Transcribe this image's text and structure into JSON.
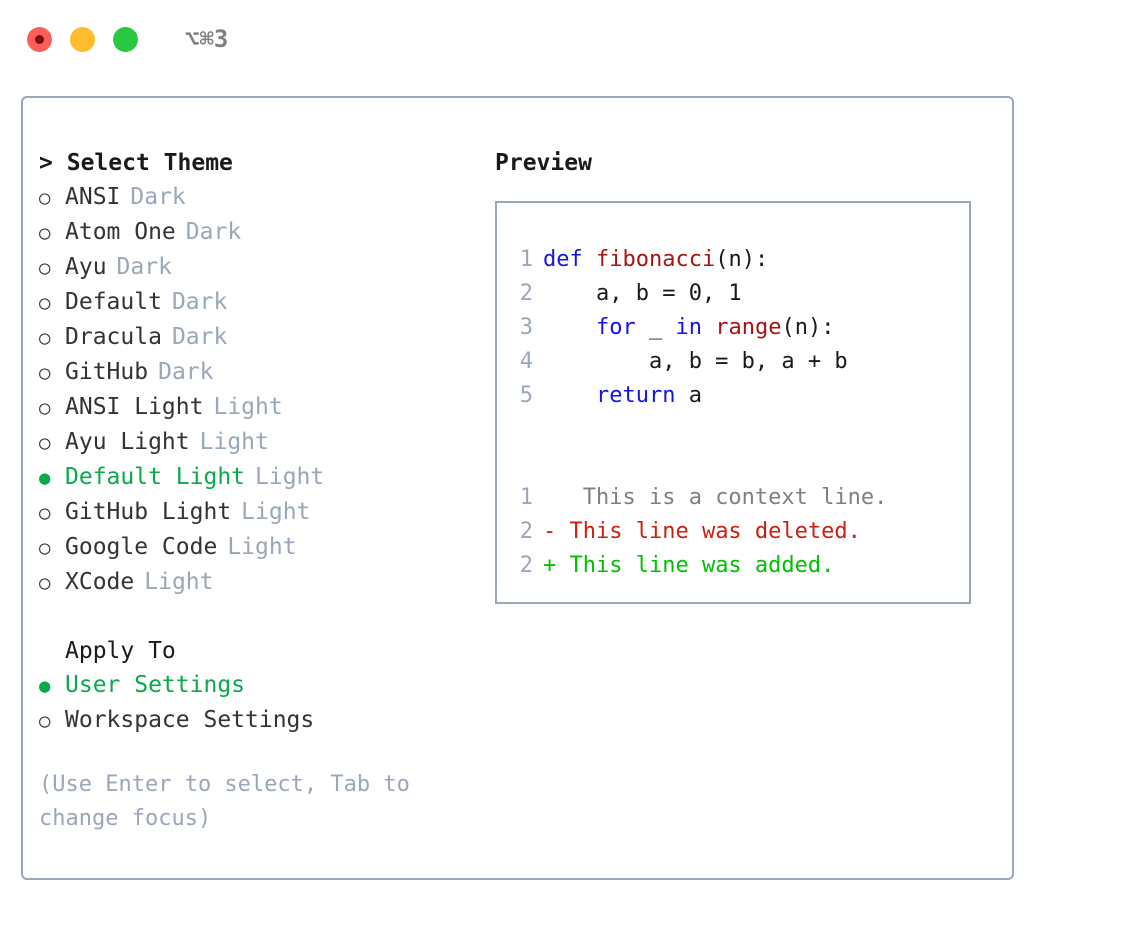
{
  "window": {
    "title": "⌥⌘3",
    "traffic_lights": [
      {
        "name": "close",
        "color": "#fc5f57"
      },
      {
        "name": "minimize",
        "color": "#febc2e"
      },
      {
        "name": "maximize",
        "color": "#28c840"
      }
    ]
  },
  "colors": {
    "selected_green": "#0aa94b",
    "tag_gray": "#9aa7b8",
    "text": "#333333",
    "border": "#9aa7b8",
    "keyword_blue": "#1414e0",
    "function_red": "#a81414",
    "diff_deleted": "#cc1f0f",
    "diff_added": "#00c000",
    "diff_context": "#808080"
  },
  "theme_picker": {
    "heading_caret": ">",
    "heading": "Select Theme",
    "items": [
      {
        "marker": "○",
        "label": "ANSI",
        "tag": "Dark",
        "selected": false
      },
      {
        "marker": "○",
        "label": "Atom One",
        "tag": "Dark",
        "selected": false
      },
      {
        "marker": "○",
        "label": "Ayu",
        "tag": "Dark",
        "selected": false
      },
      {
        "marker": "○",
        "label": "Default",
        "tag": "Dark",
        "selected": false
      },
      {
        "marker": "○",
        "label": "Dracula",
        "tag": "Dark",
        "selected": false
      },
      {
        "marker": "○",
        "label": "GitHub",
        "tag": "Dark",
        "selected": false
      },
      {
        "marker": "○",
        "label": "ANSI Light",
        "tag": "Light",
        "selected": false
      },
      {
        "marker": "○",
        "label": "Ayu Light",
        "tag": "Light",
        "selected": false
      },
      {
        "marker": "●",
        "label": "Default Light",
        "tag": "Light",
        "selected": true
      },
      {
        "marker": "○",
        "label": "GitHub Light",
        "tag": "Light",
        "selected": false
      },
      {
        "marker": "○",
        "label": "Google Code",
        "tag": "Light",
        "selected": false
      },
      {
        "marker": "○",
        "label": "XCode",
        "tag": "Light",
        "selected": false
      }
    ]
  },
  "apply_to": {
    "heading": "Apply To",
    "items": [
      {
        "marker": "●",
        "label": "User Settings",
        "selected": true
      },
      {
        "marker": "○",
        "label": "Workspace Settings",
        "selected": false
      }
    ]
  },
  "help": {
    "text": "(Use Enter to select, Tab to change focus)"
  },
  "preview": {
    "title": "Preview",
    "code_lines": [
      {
        "number": "1",
        "segments": [
          {
            "text": "def ",
            "style": "kw"
          },
          {
            "text": "fibonacci",
            "style": "fn"
          },
          {
            "text": "(n):",
            "style": "pl"
          }
        ]
      },
      {
        "number": "2",
        "segments": [
          {
            "text": "    a, b = 0, 1",
            "style": "pl"
          }
        ]
      },
      {
        "number": "3",
        "segments": [
          {
            "text": "    ",
            "style": "pl"
          },
          {
            "text": "for",
            "style": "kw"
          },
          {
            "text": " _ ",
            "style": "pl"
          },
          {
            "text": "in",
            "style": "kw"
          },
          {
            "text": " ",
            "style": "pl"
          },
          {
            "text": "range",
            "style": "fn"
          },
          {
            "text": "(n):",
            "style": "pl"
          }
        ]
      },
      {
        "number": "4",
        "segments": [
          {
            "text": "        a, b = b, a + b",
            "style": "pl"
          }
        ]
      },
      {
        "number": "5",
        "segments": [
          {
            "text": "    ",
            "style": "pl"
          },
          {
            "text": "return",
            "style": "kw"
          },
          {
            "text": " a",
            "style": "pl"
          }
        ]
      }
    ],
    "diff_lines": [
      {
        "number": "1",
        "sign": " ",
        "text": "  This is a context line.",
        "kind": "context"
      },
      {
        "number": "2",
        "sign": "-",
        "text": " This line was deleted.",
        "kind": "deleted"
      },
      {
        "number": "2",
        "sign": "+",
        "text": " This line was added.",
        "kind": "added"
      }
    ]
  }
}
